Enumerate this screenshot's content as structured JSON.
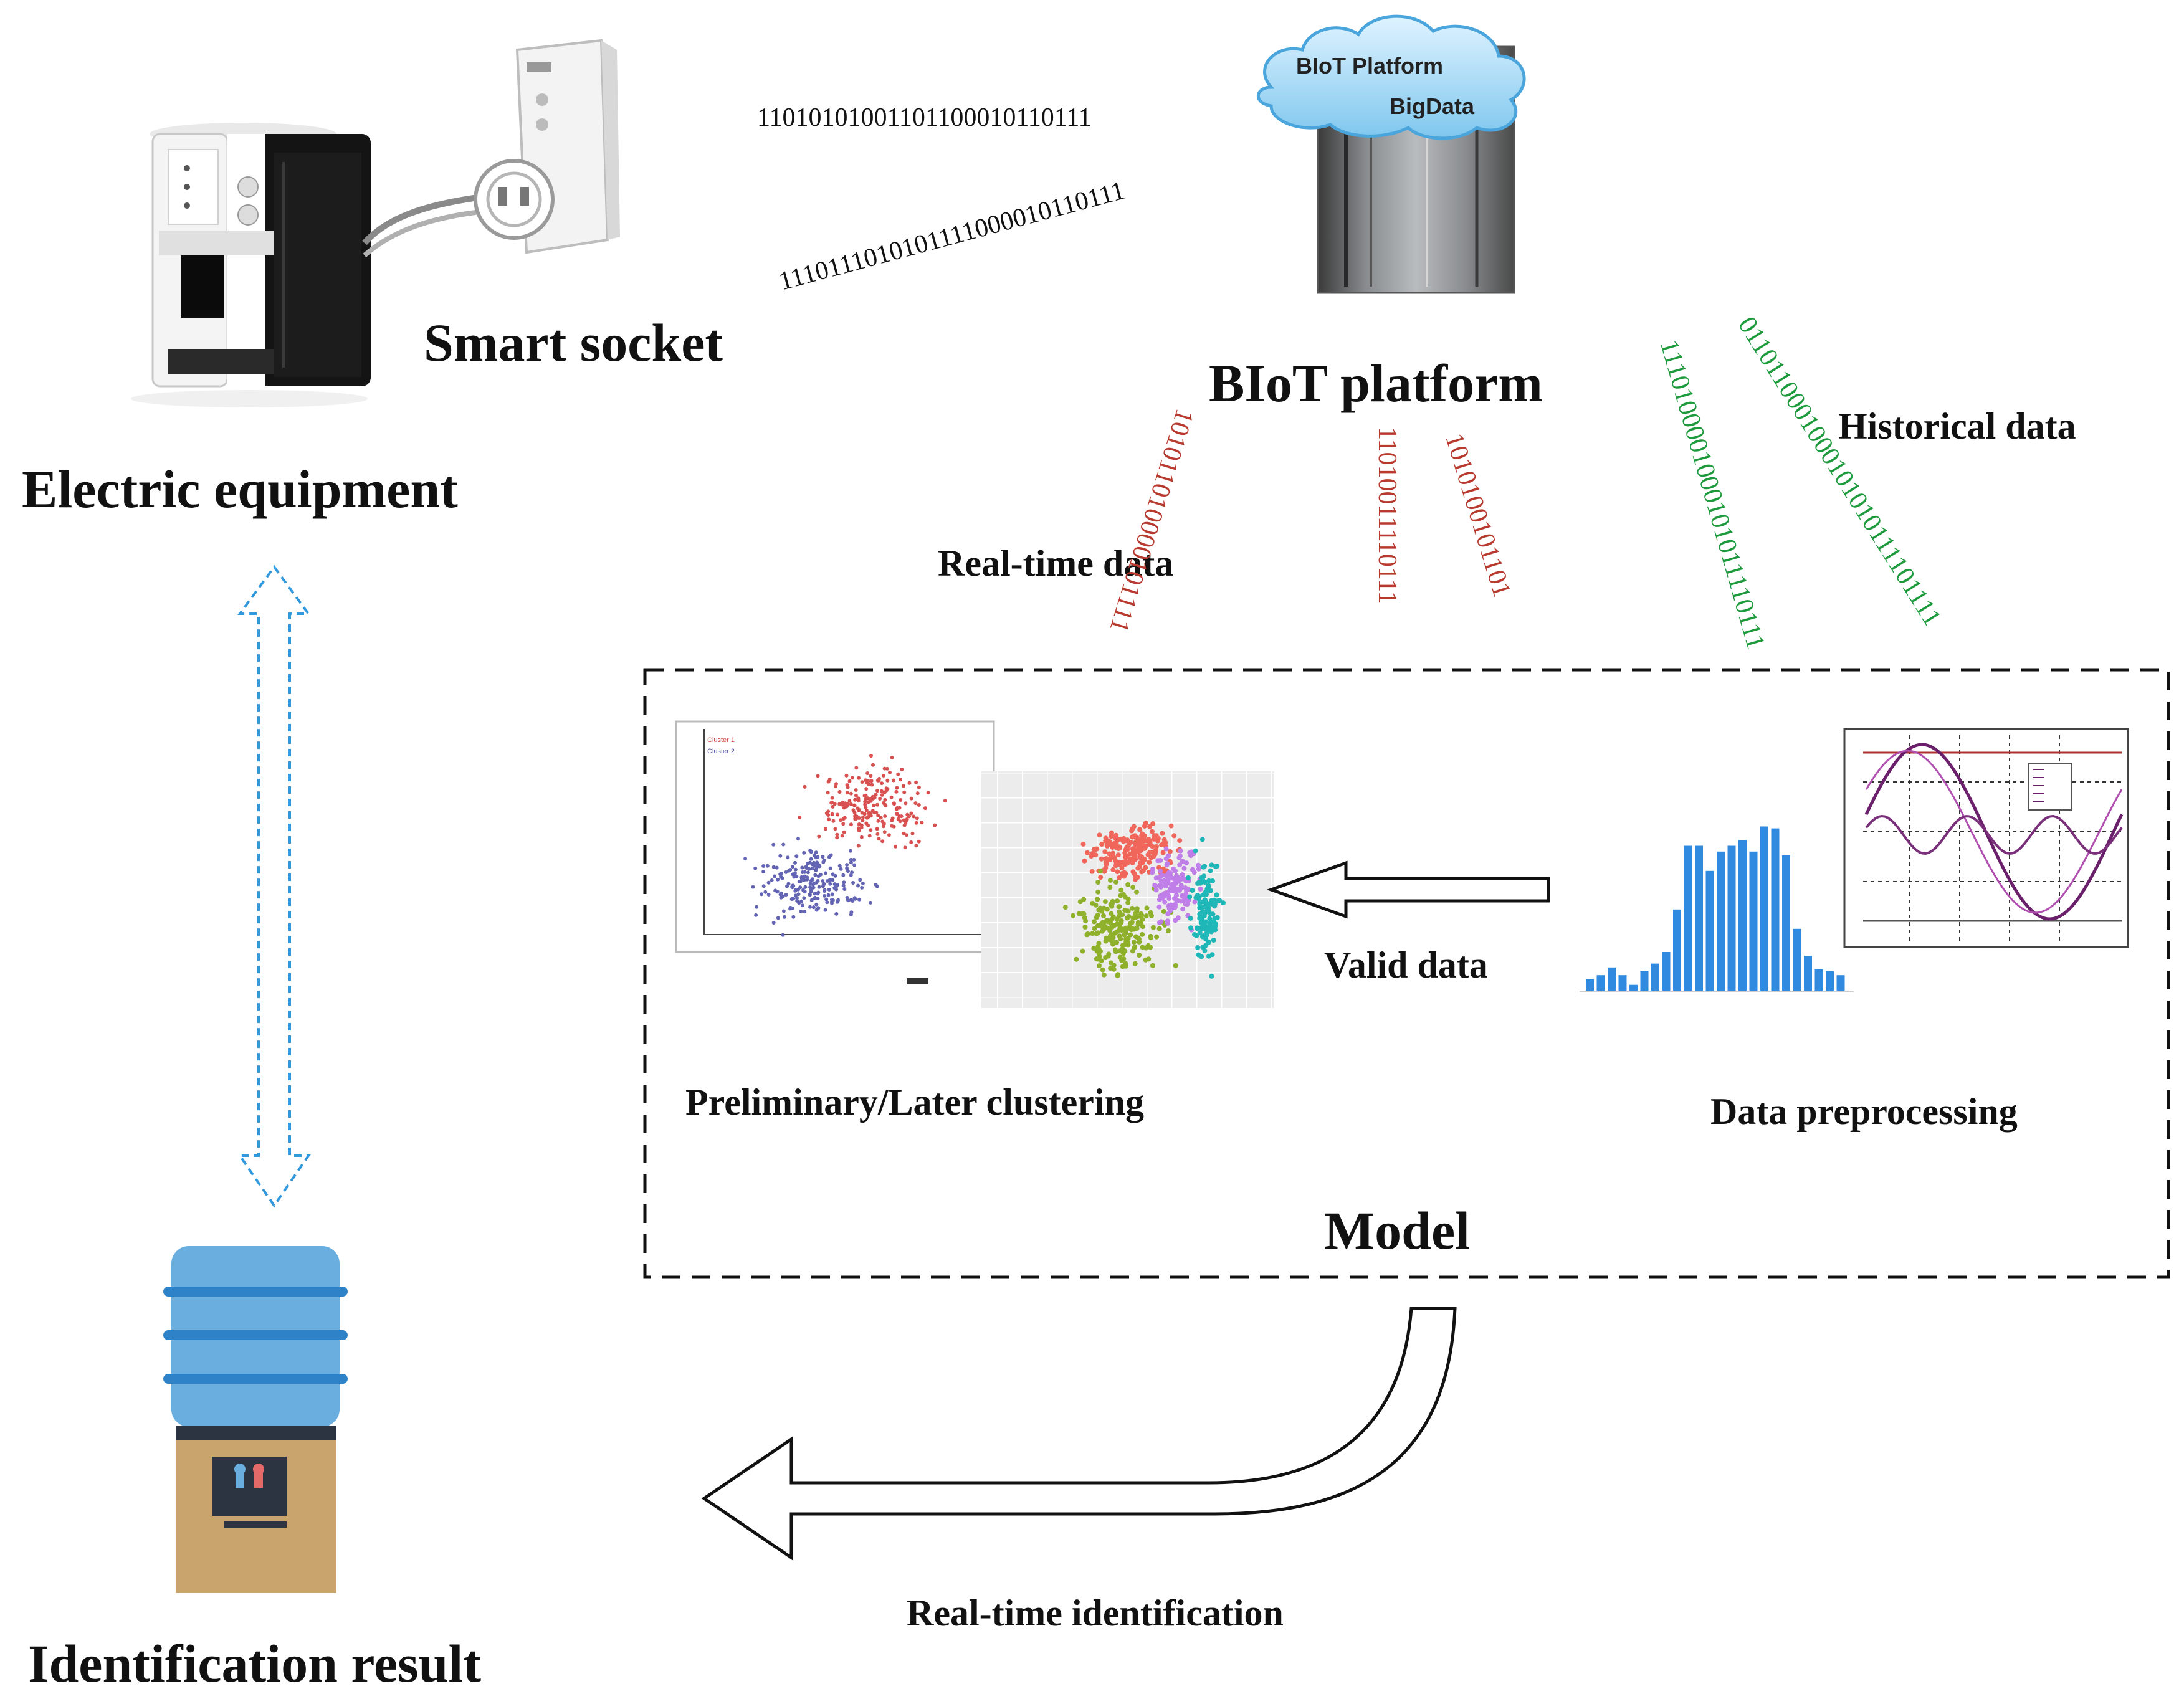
{
  "labels": {
    "smart_socket": "Smart socket",
    "electric_equipment": "Electric equipment",
    "biot_platform": "BIoT platform",
    "historical_data": "Historical data",
    "realtime_data": "Real-time data",
    "model": "Model",
    "valid_data": "Valid data",
    "clustering": "Preliminary/Later clustering",
    "preprocessing": "Data preprocessing",
    "realtime_identification": "Real-time identification",
    "identification_result": "Identification result"
  },
  "cloud": {
    "line1": "BIoT Platform",
    "line2": "BigData"
  },
  "binary": {
    "top1": "11010101001101100010110111",
    "top2": "1110111010101111000010110111",
    "red1": "101011010000101111",
    "red2": "11010011110111",
    "red3": "1010100101101",
    "green1": "1110100001000101011110111",
    "green2": "0110110001000101010111101111"
  },
  "scatter_legend": {
    "c1": "Cluster 1",
    "c2": "Cluster 2"
  },
  "colors": {
    "red_binary": "#b83a2f",
    "green_binary": "#1d9a3c",
    "dashed_arrow": "#3399dd",
    "bottle": "#6aaedf",
    "cabinet": "#c9a46c",
    "bar": "#2f8ae0"
  },
  "icons": [
    "water-dispenser-icon",
    "smart-socket-icon",
    "cloud-server-icon",
    "water-cooler-icon"
  ]
}
